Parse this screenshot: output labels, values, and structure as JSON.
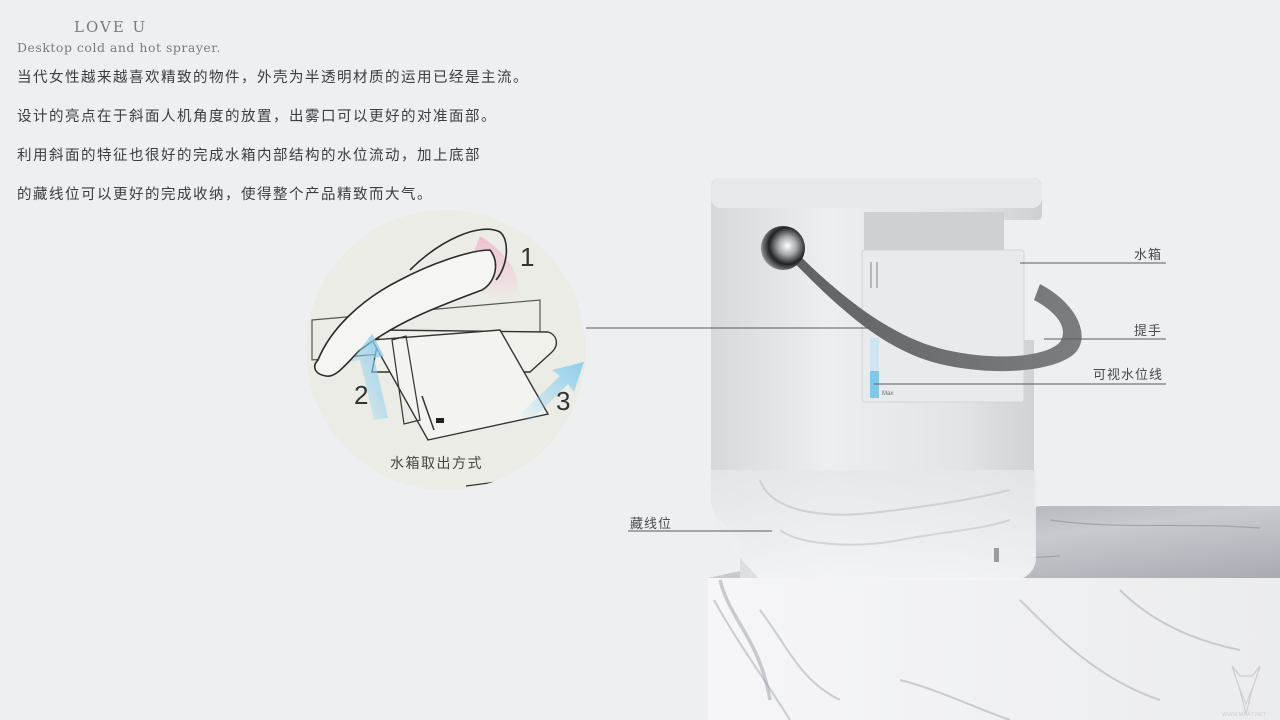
{
  "header": {
    "title": "LOVE U",
    "subtitle": "Desktop cold and hot sprayer."
  },
  "description": {
    "lines": [
      "当代女性越来越喜欢精致的物件，外壳为半透明材质的运用已经是主流。",
      "设计的亮点在于斜面人机角度的放置，出雾口可以更好的对准面部。",
      "利用斜面的特征也很好的完成水箱内部结构的水位流动，加上底部",
      "的藏线位可以更好的完成收纳，使得整个产品精致而大气。"
    ]
  },
  "inset": {
    "caption": "水箱取出方式",
    "steps": [
      "1",
      "2",
      "3"
    ]
  },
  "callouts": {
    "water_tank": "水箱",
    "handle": "提手",
    "water_level": "可视水位线",
    "cable_storage": "藏线位"
  },
  "product": {
    "gauge_label": "Max",
    "gauge_level": 0.45
  },
  "watermark": {
    "text": "WWW.MAA7.NET"
  },
  "colors": {
    "background": "#eeeff1",
    "body": "#e4e5e7",
    "handle": "#6d6f73",
    "water": "#7ec8ea",
    "arrow_blue": "#8ccfee",
    "arrow_pink": "#f0b8cc",
    "marble": "#f4f4f6"
  }
}
